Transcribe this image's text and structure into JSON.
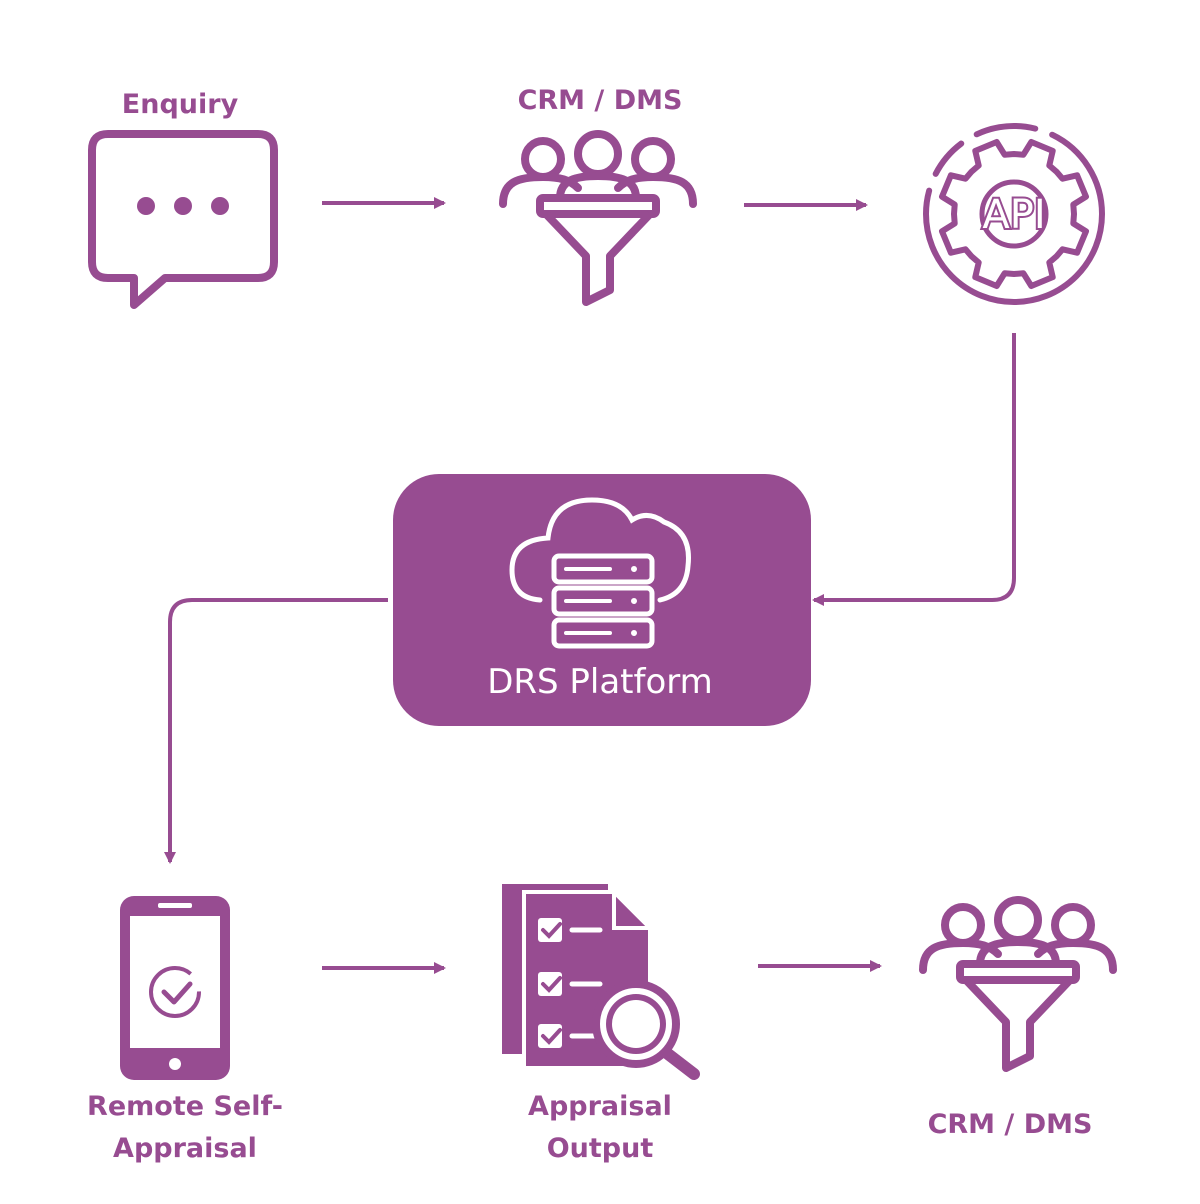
{
  "colors": {
    "accent": "#974C91",
    "background": "#FFFFFF",
    "platform_text": "#FFFFFF"
  },
  "nodes": {
    "enquiry": {
      "label": "Enquiry",
      "icon": "chat-bubble-icon"
    },
    "crm_top": {
      "label": "CRM / DMS",
      "icon": "people-funnel-icon"
    },
    "api": {
      "label": "API",
      "icon": "api-gear-icon"
    },
    "platform": {
      "label": "DRS Platform",
      "icon": "cloud-server-icon"
    },
    "remote": {
      "line1": "Remote Self-",
      "line2": "Appraisal",
      "icon": "smartphone-check-icon"
    },
    "appraisal": {
      "line1": "Appraisal",
      "line2": "Output",
      "icon": "checklist-magnifier-icon"
    },
    "crm_bottom": {
      "label": "CRM / DMS",
      "icon": "people-funnel-icon"
    }
  }
}
